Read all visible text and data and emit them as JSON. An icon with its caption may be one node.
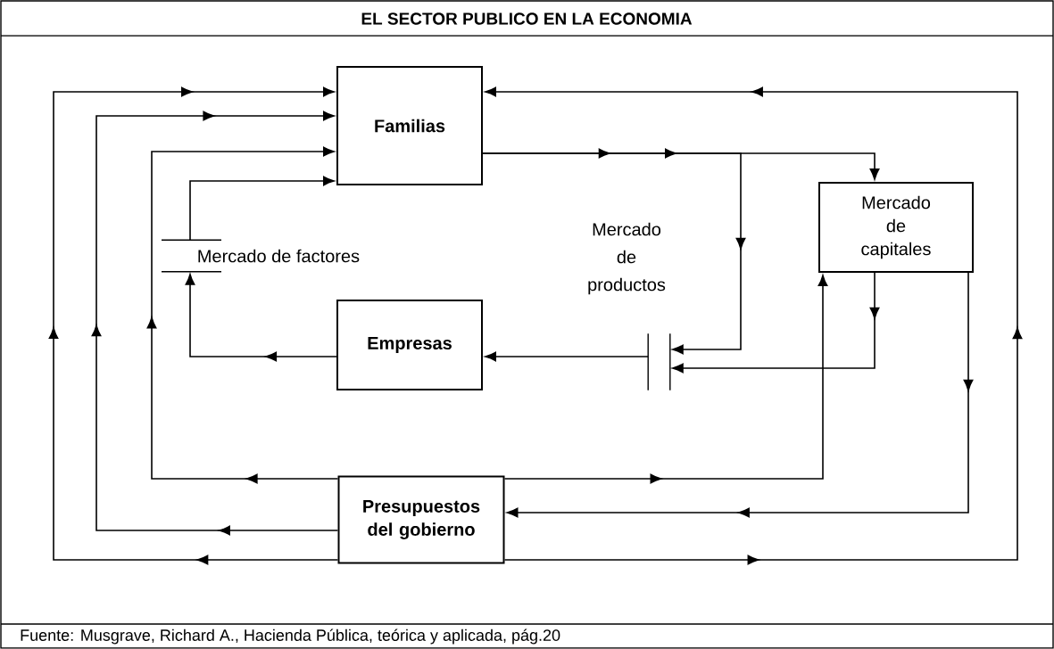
{
  "diagram": {
    "title": "EL SECTOR PUBLICO EN LA ECONOMIA",
    "caption": "Fuente: Musgrave, Richard A., Hacienda Pública, teórica y aplicada, pág.20",
    "nodes": [
      {
        "text": [
          "Familias"
        ]
      },
      {
        "text": [
          "Empresas"
        ]
      },
      {
        "text": [
          "Presupuestos del gobierno"
        ]
      },
      {
        "text": [
          "Mercado de capitales"
        ]
      },
      {
        "text": [
          "Mercado de factores"
        ]
      },
      {
        "text": [
          "Mercado de productos"
        ]
      }
    ],
    "edges": [
      {
        "from": 2,
        "to": 0,
        "arrow": "to"
      },
      {
        "from": 2,
        "to": 0,
        "arrow": "to"
      },
      {
        "from": 2,
        "to": 0,
        "arrow": "to"
      },
      {
        "from": 2,
        "to": 3,
        "arrow": "to"
      },
      {
        "from": 1,
        "to": 4,
        "arrow": "to"
      },
      {
        "from": 4,
        "to": 0,
        "arrow": "to"
      },
      {
        "from": 0,
        "to": 5,
        "arrow": "to"
      },
      {
        "from": 0,
        "to": 3,
        "arrow": "to"
      },
      {
        "from": 3,
        "to": 5,
        "arrow": "to"
      },
      {
        "from": 5,
        "to": 1,
        "arrow": "to"
      },
      {
        "from": 3,
        "to": 2,
        "arrow": "to"
      },
      {
        "from": 2,
        "to": 0,
        "arrow": "to"
      }
    ]
  }
}
